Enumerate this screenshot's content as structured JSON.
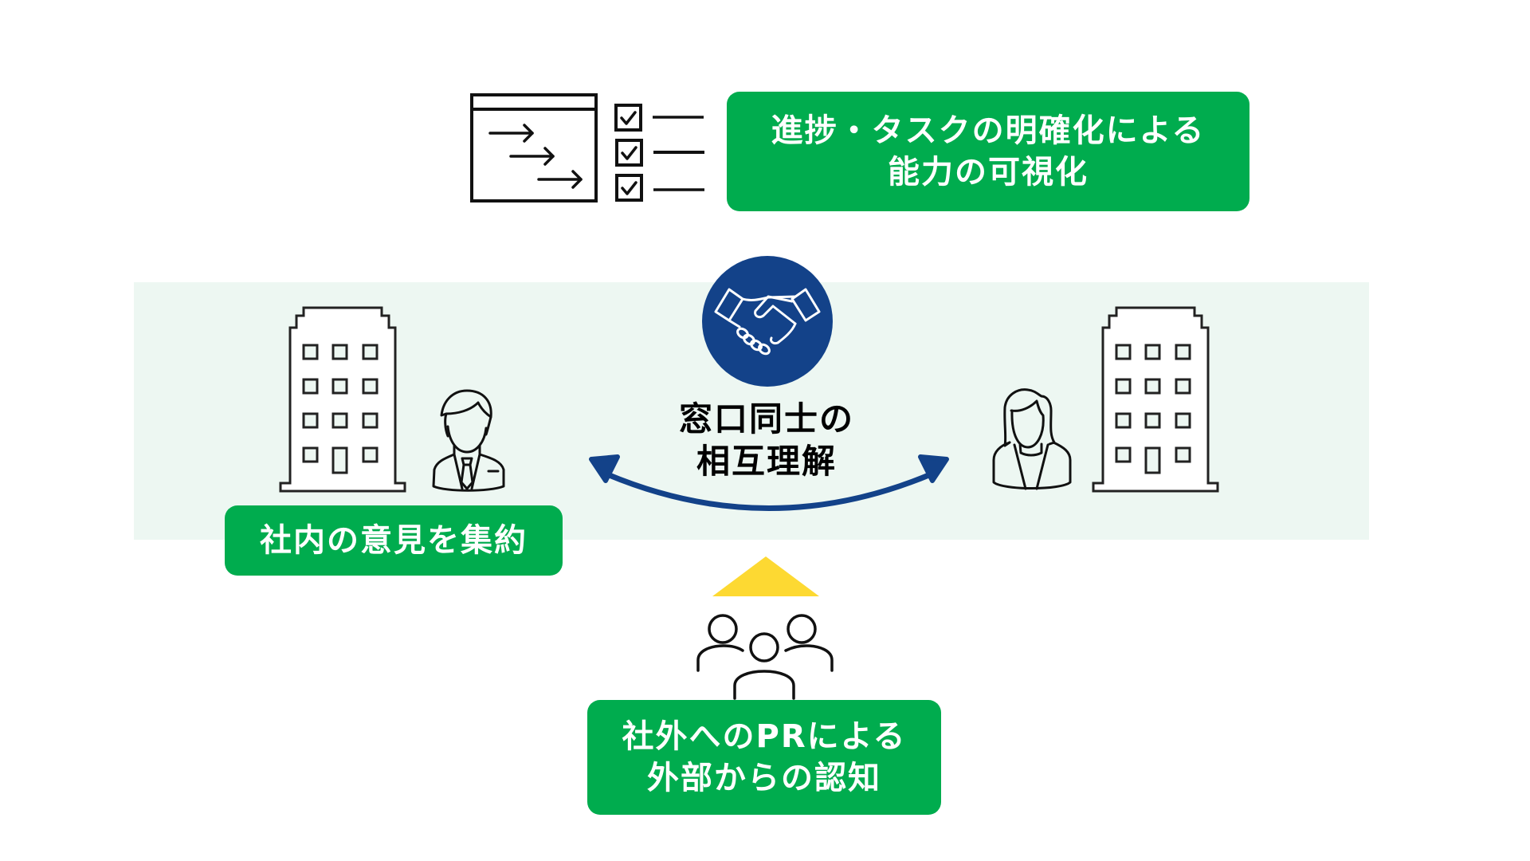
{
  "diagram": {
    "top_card": {
      "lines": [
        "進捗・タスクの明確化による",
        "能力の可視化"
      ]
    },
    "left_card": {
      "lines": [
        "社内の意見を集約"
      ]
    },
    "center_label": {
      "lines": [
        "窓口同士の",
        "相互理解"
      ]
    },
    "bottom_card": {
      "lines": [
        "社外へのPRによる",
        "外部からの認知"
      ]
    },
    "icons": {
      "task_board": "task-board-icon",
      "checklist": "checklist-icon",
      "handshake": "handshake-icon",
      "building_left": "office-building-icon",
      "businessman": "businessman-icon",
      "businesswoman": "businesswoman-icon",
      "building_right": "office-building-icon",
      "group": "group-people-icon",
      "up_triangle": "up-triangle-icon",
      "double_arrow": "double-arrow-icon"
    },
    "colors": {
      "card_green": "#00ac4e",
      "band_bg": "#edf7f2",
      "handshake_blue": "#134289",
      "arrow_blue": "#134289",
      "triangle_yellow": "#fdd932",
      "outline": "#111111"
    }
  }
}
